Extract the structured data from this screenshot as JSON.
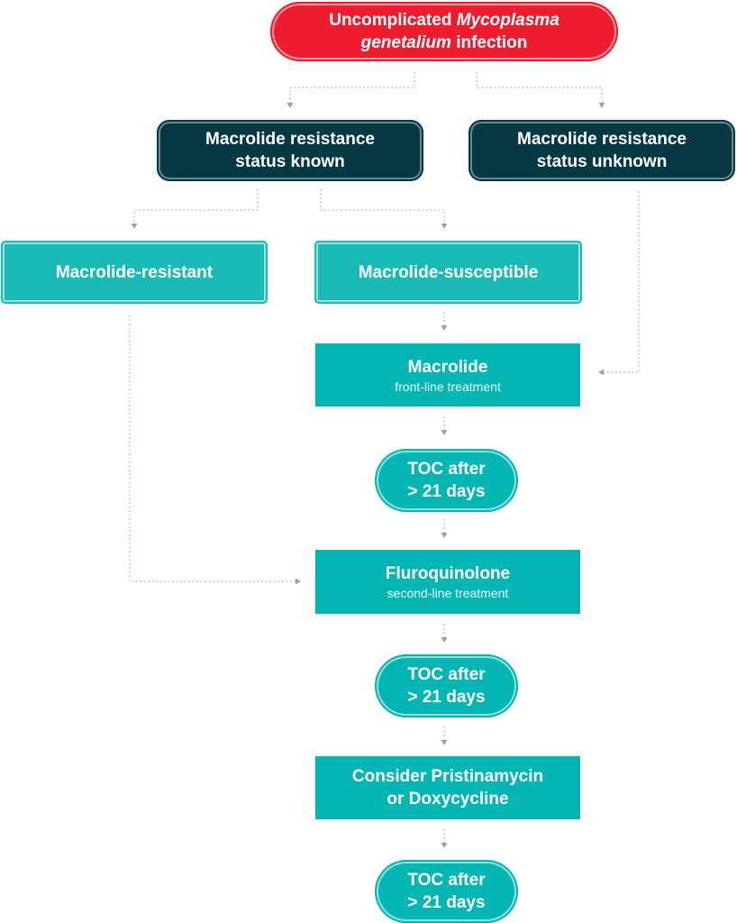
{
  "root": {
    "line1_prefix": "Uncomplicated",
    "line1_italic": "Mycoplasma",
    "line2_italic": "genetalium",
    "line2_suffix": "infection"
  },
  "status_known": {
    "line1": "Macrolide resistance",
    "line2": "status known"
  },
  "status_unknown": {
    "line1": "Macrolide resistance",
    "line2": "status unknown"
  },
  "resistant": {
    "label": "Macrolide-resistant"
  },
  "susceptible": {
    "label": "Macrolide-susceptible"
  },
  "macrolide": {
    "title": "Macrolide",
    "subtitle": "front-line treatment"
  },
  "toc_1": {
    "line1": "TOC after",
    "line2": "> 21 days"
  },
  "fluoroquinolone": {
    "title": "Fluroquinolone",
    "subtitle": "second-line treatment"
  },
  "toc_2": {
    "line1": "TOC after",
    "line2": "> 21 days"
  },
  "consider": {
    "line1": "Consider Pristinamycin",
    "line2": "or Doxycycline"
  },
  "toc_3": {
    "line1": "TOC after",
    "line2": "> 21 days"
  },
  "colors": {
    "root": "#ed1c2e",
    "dark": "#063843",
    "light_teal": "#1abbb7",
    "teal": "#04b6b3",
    "connector": "#b9b9b9"
  }
}
